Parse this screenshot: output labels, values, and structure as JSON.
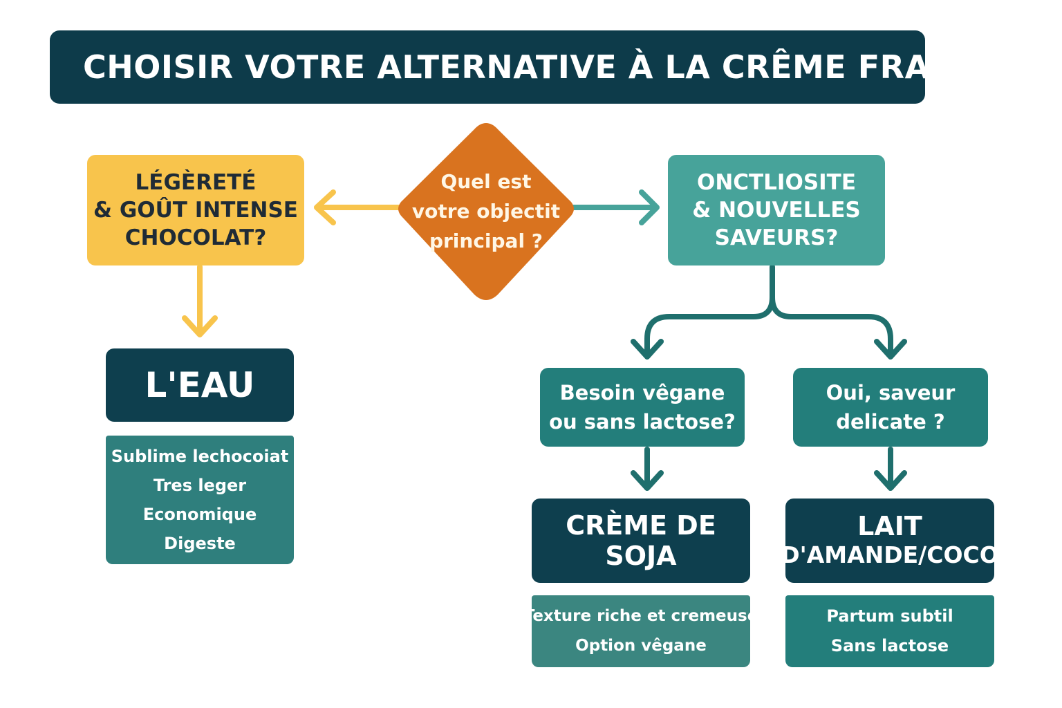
{
  "title": "CHOISIR VOTRE ALTERNATIVE À LA CRÊME FRAÎCHE",
  "decision": {
    "lines": [
      "Quel est",
      "votre objectit",
      "principal ?"
    ]
  },
  "left_question": {
    "lines": [
      "LÉGÈRETÉ",
      "& GOÛT INTENSE",
      "CHOCOLAT?"
    ]
  },
  "right_question": {
    "lines": [
      "ONCTLIOSITE",
      "& NOUVELLES",
      "SAVEURS?"
    ]
  },
  "sub_question_vegan": {
    "lines": [
      "Besoin vêgane",
      "ou sans lactose?"
    ]
  },
  "sub_question_flavor": {
    "lines": [
      "Oui, saveur",
      "delicate ?"
    ]
  },
  "result_water": {
    "title_lines": [
      "L'EAU"
    ],
    "features": [
      "Sublime lechocoiat",
      "Tres leger",
      "Economique",
      "Digeste"
    ]
  },
  "result_soy": {
    "title_lines": [
      "CRÈME DE",
      "SOJA"
    ],
    "features": [
      "Texture riche et cremeuse",
      "Option vêgane"
    ]
  },
  "result_almond": {
    "title_lines": [
      "LAIT",
      "D'AMANDE/COCO"
    ],
    "features": [
      "Partum subtil",
      "Sans lactose"
    ]
  },
  "colors": {
    "title_bg": "#0d3b4a",
    "decision": "#d9731f",
    "yellow": "#f8c44c",
    "teal_light": "#47a39a",
    "teal_mid": "#237e7b",
    "dark": "#0e3f4e",
    "feature": "#2f7f7d",
    "arrow_teal": "#1f6f6d"
  }
}
